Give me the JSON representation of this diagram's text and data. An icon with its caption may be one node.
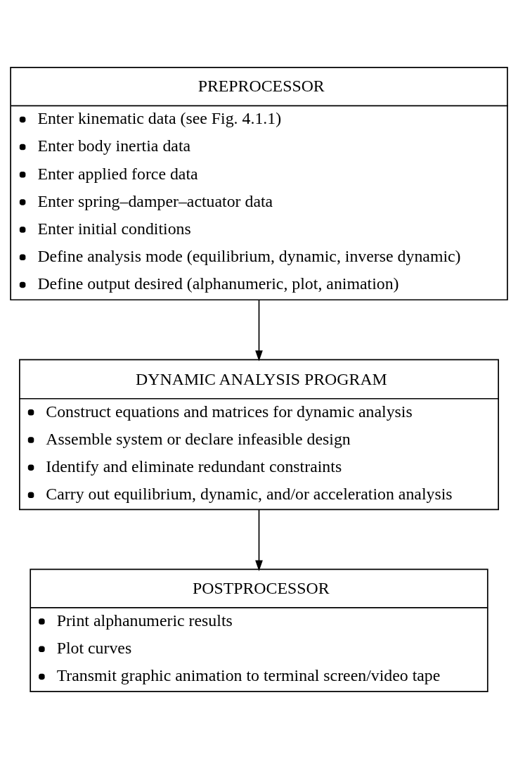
{
  "diagram": {
    "nodes": [
      {
        "text": [
          "PREPROCESSOR",
          "Enter kinematic data (see Fig. 4.1.1)",
          "Enter body inertia data",
          "Enter applied force data",
          "Enter spring–damper–actuator data",
          "Enter initial conditions",
          "Define analysis mode (equilibrium, dynamic, inverse dynamic)",
          "Define output desired (alphanumeric, plot, animation)"
        ]
      },
      {
        "text": [
          "DYNAMIC ANALYSIS PROGRAM",
          "Construct equations and matrices for dynamic analysis",
          "Assemble system or declare infeasible design",
          "Identify and eliminate redundant constraints",
          "Carry out equilibrium, dynamic, and/or acceleration analysis"
        ]
      },
      {
        "text": [
          "POSTPROCESSOR",
          "Print alphanumeric results",
          "Plot curves",
          "Transmit graphic animation to terminal screen/video tape"
        ]
      }
    ],
    "edges": [
      {
        "from": 0,
        "to": 1,
        "arrow": "to"
      },
      {
        "from": 1,
        "to": 2,
        "arrow": "to"
      }
    ]
  }
}
